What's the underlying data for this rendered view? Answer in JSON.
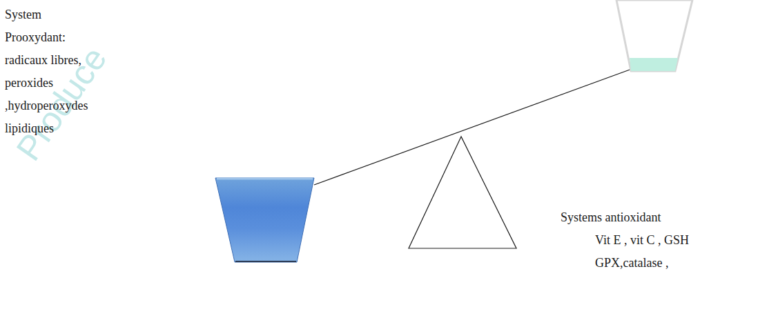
{
  "diagram": {
    "labels": [
      "Produce",
      "System",
      "Prooxydant:",
      "radicaux libres,",
      "peroxides",
      ",hydroperoxydes",
      "lipidiques",
      "Systems antioxidant",
      "Vit E , vit C , GSH",
      "GPX,catalase ,"
    ]
  }
}
